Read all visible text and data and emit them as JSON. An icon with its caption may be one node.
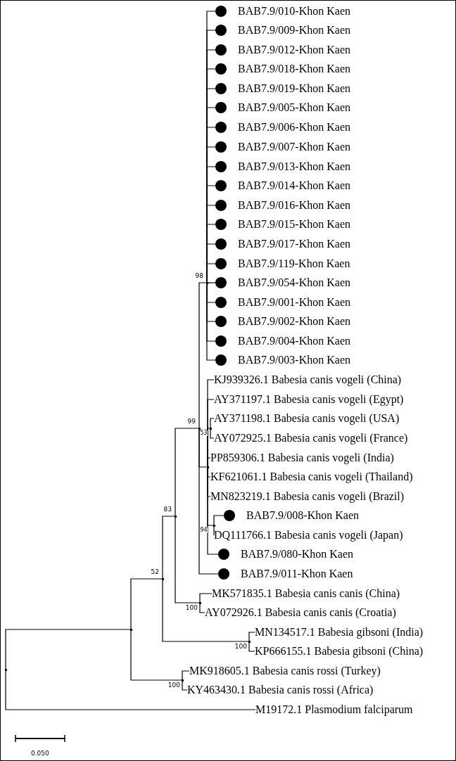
{
  "diagram": {
    "nodes": [
      {
        "text": [],
        "shape": "circle",
        "beside": [
          "BAB7.9/010-Khon Kaen"
        ]
      },
      {
        "text": [],
        "shape": "circle",
        "beside": [
          "BAB7.9/009-Khon Kaen"
        ]
      },
      {
        "text": [],
        "shape": "circle",
        "beside": [
          "BAB7.9/012-Khon Kaen"
        ]
      },
      {
        "text": [],
        "shape": "circle",
        "beside": [
          "BAB7.9/018-Khon Kaen"
        ]
      },
      {
        "text": [],
        "shape": "circle",
        "beside": [
          "BAB7.9/019-Khon Kaen"
        ]
      },
      {
        "text": [],
        "shape": "circle",
        "beside": [
          "BAB7.9/005-Khon Kaen"
        ]
      },
      {
        "text": [],
        "shape": "circle",
        "beside": [
          "BAB7.9/006-Khon Kaen"
        ]
      },
      {
        "text": [],
        "shape": "circle",
        "beside": [
          "BAB7.9/007-Khon Kaen"
        ]
      },
      {
        "text": [],
        "shape": "circle",
        "beside": [
          "BAB7.9/013-Khon Kaen"
        ]
      },
      {
        "text": [],
        "shape": "circle",
        "beside": [
          "BAB7.9/014-Khon Kaen"
        ]
      },
      {
        "text": [],
        "shape": "circle",
        "beside": [
          "BAB7.9/016-Khon Kaen"
        ]
      },
      {
        "text": [],
        "shape": "circle",
        "beside": [
          "BAB7.9/015-Khon Kaen"
        ]
      },
      {
        "text": [],
        "shape": "circle",
        "beside": [
          "BAB7.9/017-Khon Kaen"
        ]
      },
      {
        "text": [],
        "shape": "circle",
        "beside": [
          "BAB7.9/119-Khon Kaen"
        ]
      },
      {
        "text": [],
        "shape": "circle",
        "beside": [
          "BAB7.9/054-Khon Kaen"
        ]
      },
      {
        "text": [],
        "shape": "circle",
        "beside": [
          "BAB7.9/001-Khon Kaen"
        ]
      },
      {
        "text": [],
        "shape": "circle",
        "beside": [
          "BAB7.9/002-Khon Kaen"
        ]
      },
      {
        "text": [],
        "shape": "circle",
        "beside": [
          "BAB7.9/004-Khon Kaen"
        ]
      },
      {
        "text": [],
        "shape": "circle",
        "beside": [
          "BAB7.9/003-Khon Kaen"
        ]
      },
      {
        "text": [
          "KJ939326.1 Babesia canis vogeli (China)"
        ]
      },
      {
        "text": [
          "AY371197.1 Babesia canis vogeli (Egypt)"
        ]
      },
      {
        "text": [
          "AY371198.1 Babesia canis vogeli (USA)"
        ]
      },
      {
        "text": [
          "AY072925.1 Babesia canis vogeli (France)"
        ]
      },
      {
        "text": [
          "PP859306.1 Babesia canis vogeli (India)"
        ]
      },
      {
        "text": [
          "KF621061.1 Babesia canis vogeli (Thailand)"
        ]
      },
      {
        "text": [
          "MN823219.1 Babesia canis vogeli (Brazil)"
        ]
      },
      {
        "text": [],
        "shape": "circle",
        "beside": [
          "BAB7.9/008-Khon Kaen"
        ]
      },
      {
        "text": [
          "DQ111766.1 Babesia canis vogeli (Japan)"
        ]
      },
      {
        "text": [],
        "shape": "circle",
        "beside": [
          "BAB7.9/080-Khon Kaen"
        ]
      },
      {
        "text": [],
        "shape": "circle",
        "beside": [
          "BAB7.9/011-Khon Kaen"
        ]
      },
      {
        "text": [
          "MK571835.1 Babesia canis canis (China)"
        ]
      },
      {
        "text": [
          "AY072926.1 Babesia canis canis (Croatia)"
        ]
      },
      {
        "text": [
          "MN134517.1 Babesia gibsoni (India)"
        ]
      },
      {
        "text": [
          "KP666155.1 Babesia gibsoni (China)"
        ]
      },
      {
        "text": [
          "MK918605.1 Babesia canis rossi (Turkey)"
        ]
      },
      {
        "text": [
          "KY463430.1 Babesia canis rossi (Africa)"
        ]
      },
      {
        "text": [
          "M19172.1 Plasmodium falciparum"
        ]
      },
      {
        "text": [],
        "shape": "point"
      },
      {
        "text": [],
        "shape": "point"
      },
      {
        "text": [],
        "shape": "point",
        "beside": [
          "52"
        ]
      },
      {
        "text": [],
        "shape": "point",
        "beside": [
          "83"
        ]
      },
      {
        "text": [],
        "shape": "point",
        "beside": [
          "99"
        ]
      },
      {
        "text": [],
        "shape": "point",
        "beside": [
          "98"
        ]
      },
      {
        "text": [],
        "shape": "point"
      },
      {
        "text": [],
        "shape": "point",
        "beside": [
          "53"
        ]
      },
      {
        "text": [],
        "shape": "point",
        "beside": [
          "94"
        ]
      },
      {
        "text": [],
        "shape": "point",
        "beside": [
          "100"
        ]
      },
      {
        "text": [],
        "shape": "point",
        "beside": [
          "100"
        ]
      },
      {
        "text": [],
        "shape": "point",
        "beside": [
          "100"
        ]
      }
    ],
    "edges": [
      {
        "from": 37,
        "to": 38,
        "arrow": "none"
      },
      {
        "from": 37,
        "to": 36,
        "arrow": "none"
      },
      {
        "from": 38,
        "to": 39,
        "arrow": "none"
      },
      {
        "from": 38,
        "to": 48,
        "arrow": "none"
      },
      {
        "from": 39,
        "to": 40,
        "arrow": "none"
      },
      {
        "from": 39,
        "to": 47,
        "arrow": "none"
      },
      {
        "from": 40,
        "to": 41,
        "arrow": "none"
      },
      {
        "from": 40,
        "to": 46,
        "arrow": "none"
      },
      {
        "from": 41,
        "to": 42,
        "arrow": "none"
      },
      {
        "from": 41,
        "to": 43,
        "arrow": "none"
      },
      {
        "from": 41,
        "to": 29,
        "arrow": "none"
      },
      {
        "from": 42,
        "to": 0,
        "arrow": "none"
      },
      {
        "from": 42,
        "to": 1,
        "arrow": "none"
      },
      {
        "from": 42,
        "to": 2,
        "arrow": "none"
      },
      {
        "from": 42,
        "to": 3,
        "arrow": "none"
      },
      {
        "from": 42,
        "to": 4,
        "arrow": "none"
      },
      {
        "from": 42,
        "to": 5,
        "arrow": "none"
      },
      {
        "from": 42,
        "to": 6,
        "arrow": "none"
      },
      {
        "from": 42,
        "to": 7,
        "arrow": "none"
      },
      {
        "from": 42,
        "to": 8,
        "arrow": "none"
      },
      {
        "from": 42,
        "to": 9,
        "arrow": "none"
      },
      {
        "from": 42,
        "to": 10,
        "arrow": "none"
      },
      {
        "from": 42,
        "to": 11,
        "arrow": "none"
      },
      {
        "from": 42,
        "to": 12,
        "arrow": "none"
      },
      {
        "from": 42,
        "to": 13,
        "arrow": "none"
      },
      {
        "from": 42,
        "to": 14,
        "arrow": "none"
      },
      {
        "from": 42,
        "to": 15,
        "arrow": "none"
      },
      {
        "from": 42,
        "to": 16,
        "arrow": "none"
      },
      {
        "from": 42,
        "to": 17,
        "arrow": "none"
      },
      {
        "from": 42,
        "to": 18,
        "arrow": "none"
      },
      {
        "from": 43,
        "to": 19,
        "arrow": "none"
      },
      {
        "from": 43,
        "to": 20,
        "arrow": "none"
      },
      {
        "from": 43,
        "to": 44,
        "arrow": "none"
      },
      {
        "from": 43,
        "to": 23,
        "arrow": "none"
      },
      {
        "from": 43,
        "to": 24,
        "arrow": "none"
      },
      {
        "from": 43,
        "to": 25,
        "arrow": "none"
      },
      {
        "from": 43,
        "to": 45,
        "arrow": "none"
      },
      {
        "from": 43,
        "to": 28,
        "arrow": "none"
      },
      {
        "from": 44,
        "to": 21,
        "arrow": "none"
      },
      {
        "from": 44,
        "to": 22,
        "arrow": "none"
      },
      {
        "from": 45,
        "to": 26,
        "arrow": "none"
      },
      {
        "from": 45,
        "to": 27,
        "arrow": "none"
      },
      {
        "from": 46,
        "to": 30,
        "arrow": "none"
      },
      {
        "from": 46,
        "to": 31,
        "arrow": "none"
      },
      {
        "from": 47,
        "to": 32,
        "arrow": "none"
      },
      {
        "from": 47,
        "to": 33,
        "arrow": "none"
      },
      {
        "from": 48,
        "to": 34,
        "arrow": "none"
      },
      {
        "from": 48,
        "to": 35,
        "arrow": "none"
      }
    ],
    "labels": [
      "0.050"
    ]
  }
}
